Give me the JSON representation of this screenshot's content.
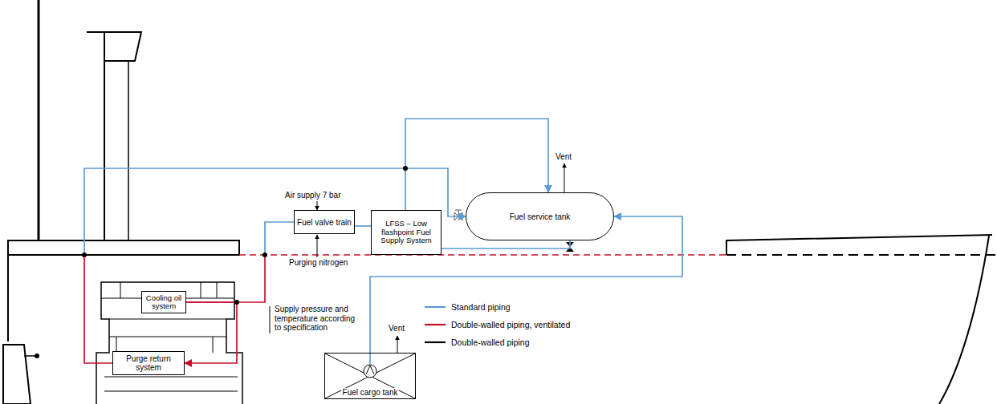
{
  "diagram": {
    "nodes": [
      {
        "text": [
          "Fuel valve train"
        ]
      },
      {
        "text": [
          "LFSS – Low flashpoint Fuel Supply System"
        ]
      },
      {
        "text": [
          "Fuel service tank"
        ]
      },
      {
        "text": [
          "Cooling oil system"
        ]
      },
      {
        "text": [
          "Purge return system"
        ]
      },
      {
        "text": [
          "Fuel cargo tank"
        ]
      }
    ],
    "edges": [
      {
        "from": 4,
        "to": 2,
        "arrow": "to"
      },
      {
        "from": 1,
        "to": 2,
        "arrow": "to"
      },
      {
        "from": 2,
        "to": 1,
        "arrow": "none"
      },
      {
        "from": 5,
        "to": 2,
        "arrow": "to"
      },
      {
        "from": 1,
        "to": 0,
        "arrow": "none"
      },
      {
        "from": 0,
        "to": 3,
        "arrow": "none"
      },
      {
        "from": 3,
        "to": 4,
        "arrow": "to"
      }
    ],
    "labels": [
      "Vent",
      "Air supply 7 bar",
      "Purging nitrogen",
      "Supply pressure and temperature according to specification",
      "Vent"
    ],
    "legend": [
      {
        "text": "Standard piping"
      },
      {
        "text": "Double-walled piping, ventilated"
      },
      {
        "text": "Double-walled piping"
      }
    ]
  }
}
